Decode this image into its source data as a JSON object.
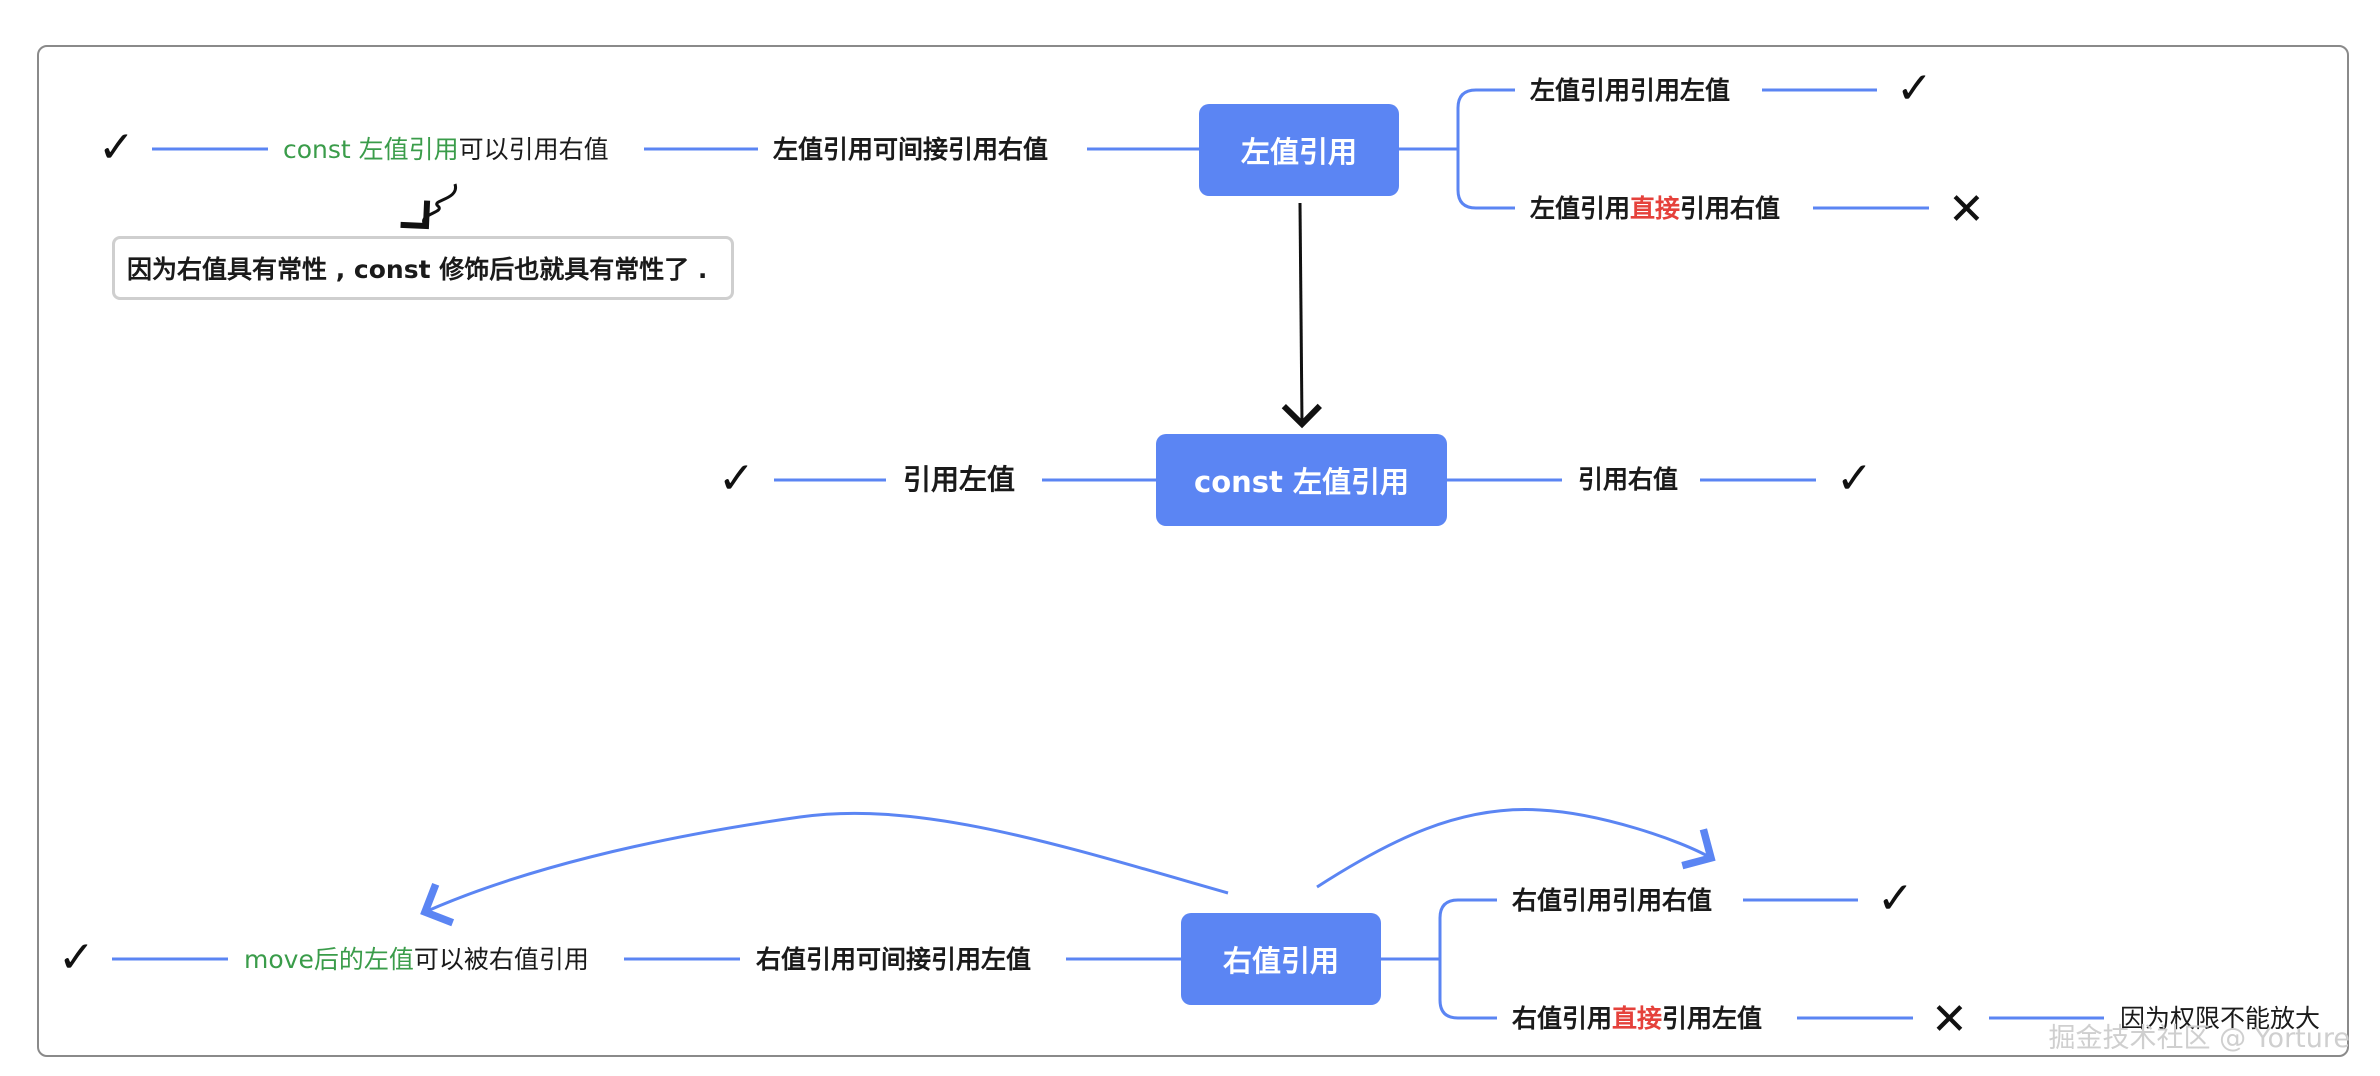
{
  "colors": {
    "accent": "#5b85f3",
    "green": "#3a9c4a",
    "red": "#e5413b",
    "text": "#1a1a1a"
  },
  "marks": {
    "check": "✓",
    "cross": "✕"
  },
  "nodes": {
    "lvalue_ref": "左值引用",
    "const_lvalue_ref": "const 左值引用",
    "rvalue_ref": "右值引用"
  },
  "top": {
    "left_indirect": "左值引用可间接引用右值",
    "const_ref_green": "const 左值引用",
    "const_ref_rest": "可以引用右值",
    "note": "因为右值具有常性 , const 修饰后也就具有常性了 .",
    "ref_lvalue": "左值引用引用左值",
    "direct_pre": "左值引用",
    "direct_red": "直接",
    "direct_post": "引用右值"
  },
  "middle": {
    "ref_lvalue": "引用左值",
    "ref_rvalue": "引用右值"
  },
  "bottom": {
    "left_indirect": "右值引用可间接引用左值",
    "move_green": "move后的左值",
    "move_rest": "可以被右值引用",
    "ref_rvalue": "右值引用引用右值",
    "direct_pre": "右值引用",
    "direct_red": "直接",
    "direct_post": "引用左值",
    "reason": "因为权限不能放大"
  },
  "watermark": "掘金技术社区 @ Yorture"
}
